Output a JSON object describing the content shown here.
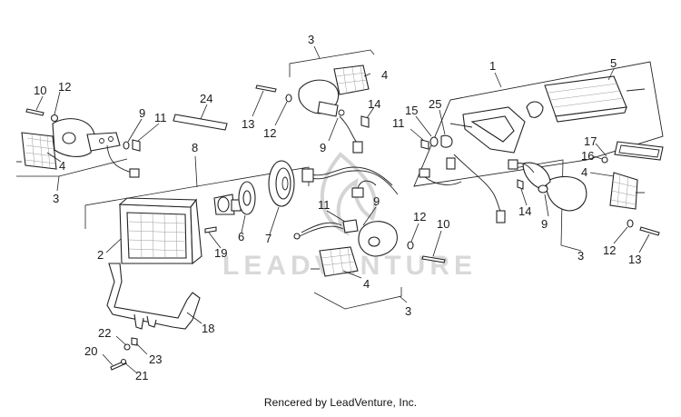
{
  "diagram": {
    "callouts": {
      "c10a": "10",
      "c12a": "12",
      "c9a": "9",
      "c11a": "11",
      "c4a": "4",
      "c3a": "3",
      "c24": "24",
      "c8": "8",
      "c2": "2",
      "c19": "19",
      "c6": "6",
      "c7": "7",
      "c18": "18",
      "c22": "22",
      "c23": "23",
      "c20": "20",
      "c21": "21",
      "c3b": "3",
      "c4b": "4",
      "c13a": "13",
      "c12b": "12",
      "c14a": "14",
      "c9b": "9",
      "c11b": "11",
      "c9c": "9",
      "c4c": "4",
      "c3c": "3",
      "c12c": "12",
      "c10b": "10",
      "c1": "1",
      "c5": "5",
      "c15": "15",
      "c25": "25",
      "c11c": "11",
      "c16": "16",
      "c17": "17",
      "c4d": "4",
      "c14b": "14",
      "c9d": "9",
      "c3d": "3",
      "c12d": "12",
      "c13b": "13"
    },
    "watermark": "LEADVENTURE"
  },
  "footer": {
    "text": "Rencered by LeadVenture, Inc."
  }
}
